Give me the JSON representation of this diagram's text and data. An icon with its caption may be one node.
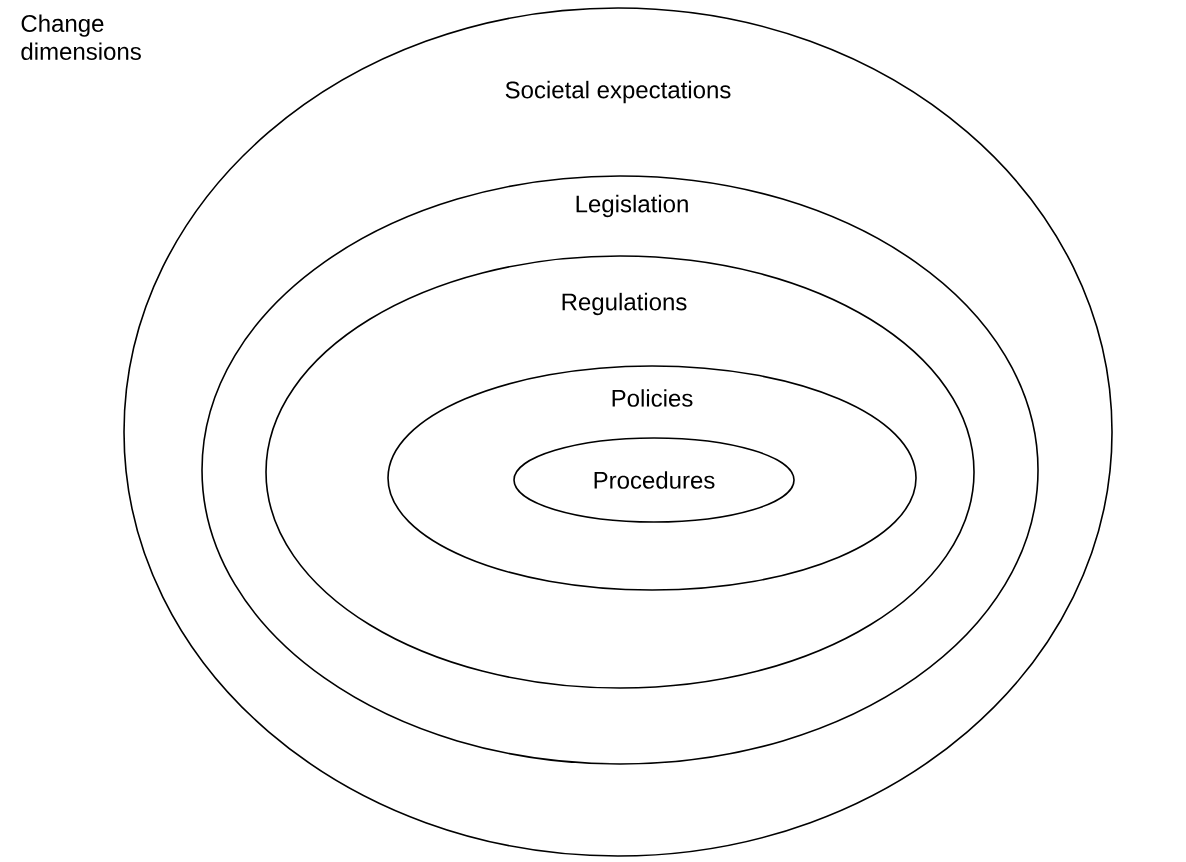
{
  "diagram": {
    "nodes": [
      {
        "text": [
          "Societal expectations"
        ]
      },
      {
        "text": [
          "Legislation"
        ],
        "in": 0
      },
      {
        "text": [
          "Regulations"
        ],
        "in": 1
      },
      {
        "text": [
          "Policies"
        ],
        "in": 2
      },
      {
        "text": [
          "Procedures"
        ],
        "in": 3
      }
    ],
    "labels": [
      "Change dimensions"
    ]
  }
}
